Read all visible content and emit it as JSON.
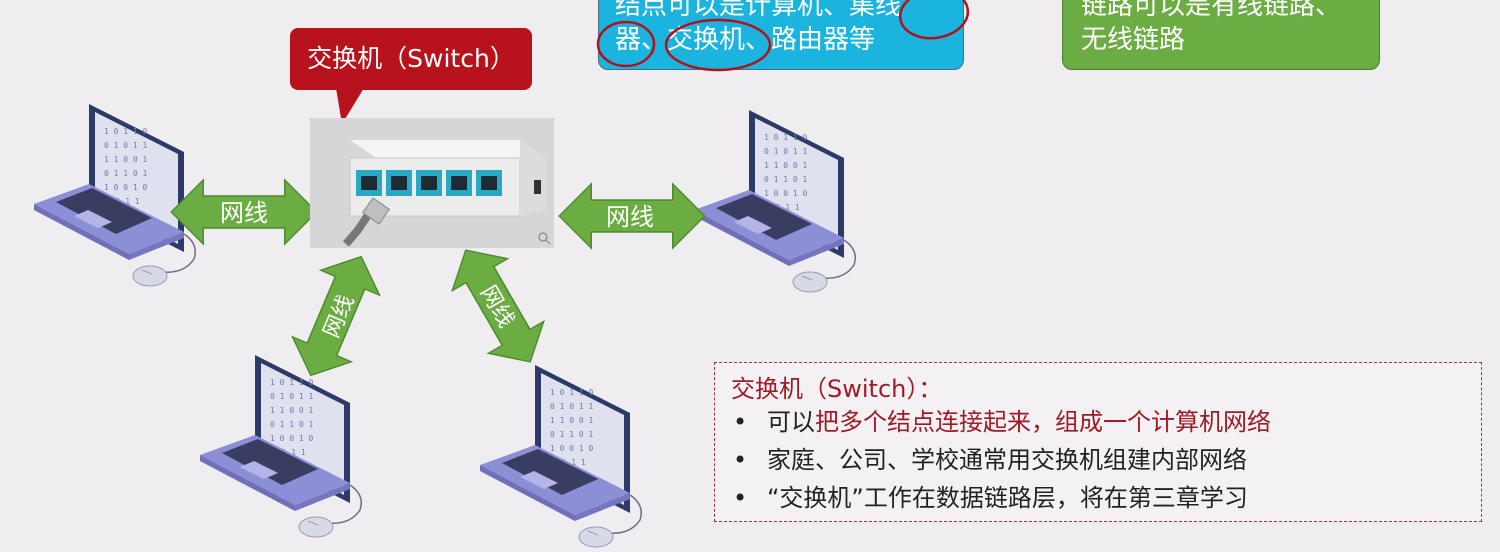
{
  "node_box": {
    "line1": "结点可以是计算机、集线",
    "line2": "器、交换机、路由器等"
  },
  "link_box": {
    "line1": "链路可以是有线链路、",
    "line2": "无线链路"
  },
  "callout": {
    "label": "交换机（Switch）"
  },
  "arrow_labels": {
    "left": "网线",
    "right": "网线",
    "bottom_left": "网线",
    "bottom_right": "网线"
  },
  "notes": {
    "title": "交换机（Switch）：",
    "bullet": "•",
    "item1_prefix": "可以",
    "item1_highlight": "把多个结点连接起来，组成一个计算机网络",
    "item2": "家庭、公司、学校通常用交换机组建内部网络",
    "item3": "“交换机”工作在数据链路层，将在第三章学习"
  },
  "colors": {
    "node_box": "#1ab4de",
    "link_box": "#6cad43",
    "callout": "#b8131c",
    "arrow": "#6cad43",
    "annotation_ink": "#b0121e",
    "notes_border": "#a23040"
  }
}
